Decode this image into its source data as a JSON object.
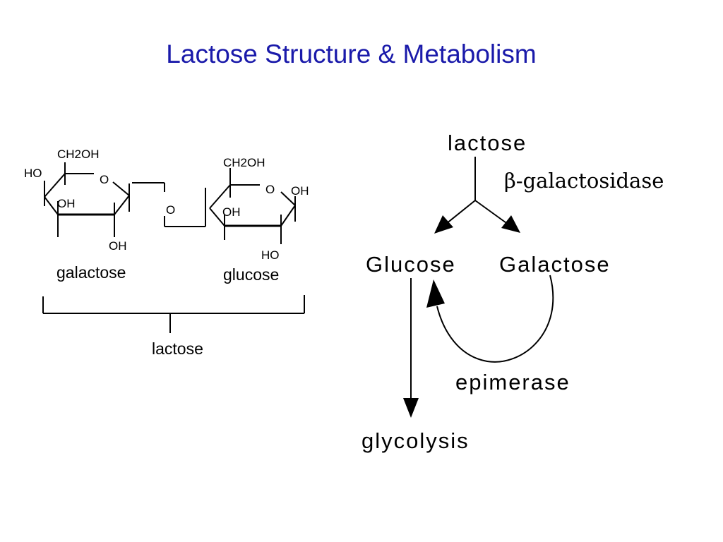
{
  "slide": {
    "title": "Lactose Structure & Metabolism"
  },
  "structure": {
    "galactose_ring": {
      "ch2oh": "CH2OH",
      "ho_left": "HO",
      "ring_o": "O",
      "oh_mid": "OH",
      "oh_bottom": "OH",
      "name": "galactose"
    },
    "glycosidic_o": "O",
    "glucose_ring": {
      "ch2oh": "CH2OH",
      "ring_o": "O",
      "oh_right": "OH",
      "oh_mid": "OH",
      "ho_bottom": "HO",
      "name": "glucose"
    },
    "bracket_label": "lactose"
  },
  "pathway": {
    "lactose": "lactose",
    "enzyme_beta": "β-galactosidase",
    "glucose": "Glucose",
    "galactose": "Galactose",
    "epimerase": "epimerase",
    "glycolysis": "glycolysis"
  }
}
